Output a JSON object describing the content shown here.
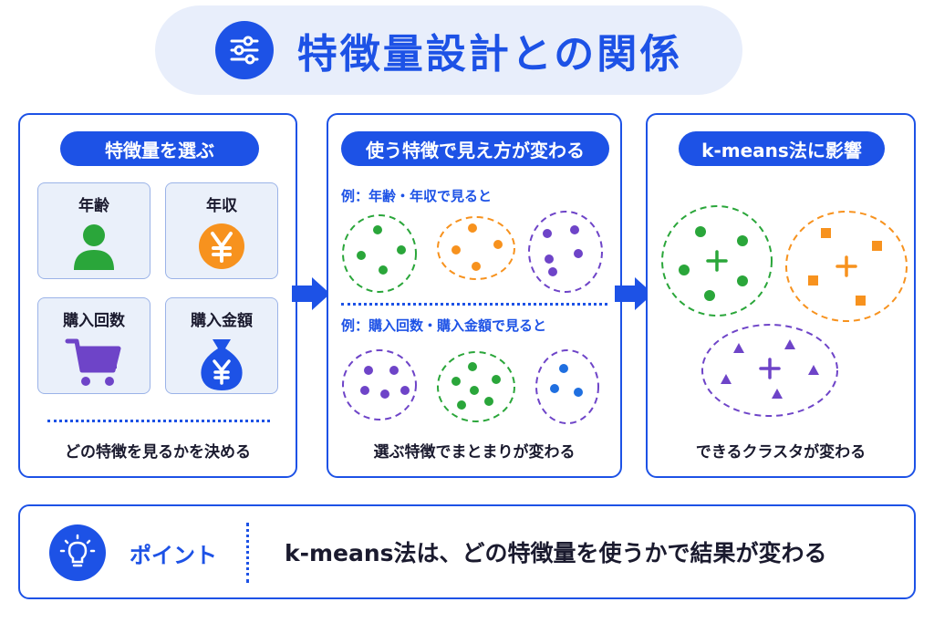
{
  "title": "特徴量設計との関係",
  "colors": {
    "accent": "#1d52e6",
    "green": "#2aa63a",
    "orange": "#f7921e",
    "purple": "#6e44c8",
    "blue": "#1f6fe0"
  },
  "panels": [
    {
      "heading": "特徴量を選ぶ",
      "cards": [
        {
          "label": "年齢",
          "icon": "person-icon"
        },
        {
          "label": "年収",
          "icon": "yen-coin-icon"
        },
        {
          "label": "購入回数",
          "icon": "shopping-cart-icon"
        },
        {
          "label": "購入金額",
          "icon": "money-bag-icon"
        }
      ],
      "caption": "どの特徴を見るかを決める"
    },
    {
      "heading": "使う特徴で見え方が変わる",
      "example1": "例：年齢・年収で見ると",
      "example2": "例：購入回数・購入金額で見ると",
      "caption": "選ぶ特徴でまとまりが変わる"
    },
    {
      "heading": "k-means法に影響",
      "caption": "できるクラスタが変わる"
    }
  ],
  "point": {
    "label": "ポイント",
    "text": "k-means法は、どの特徴量を使うかで結果が変わる"
  }
}
